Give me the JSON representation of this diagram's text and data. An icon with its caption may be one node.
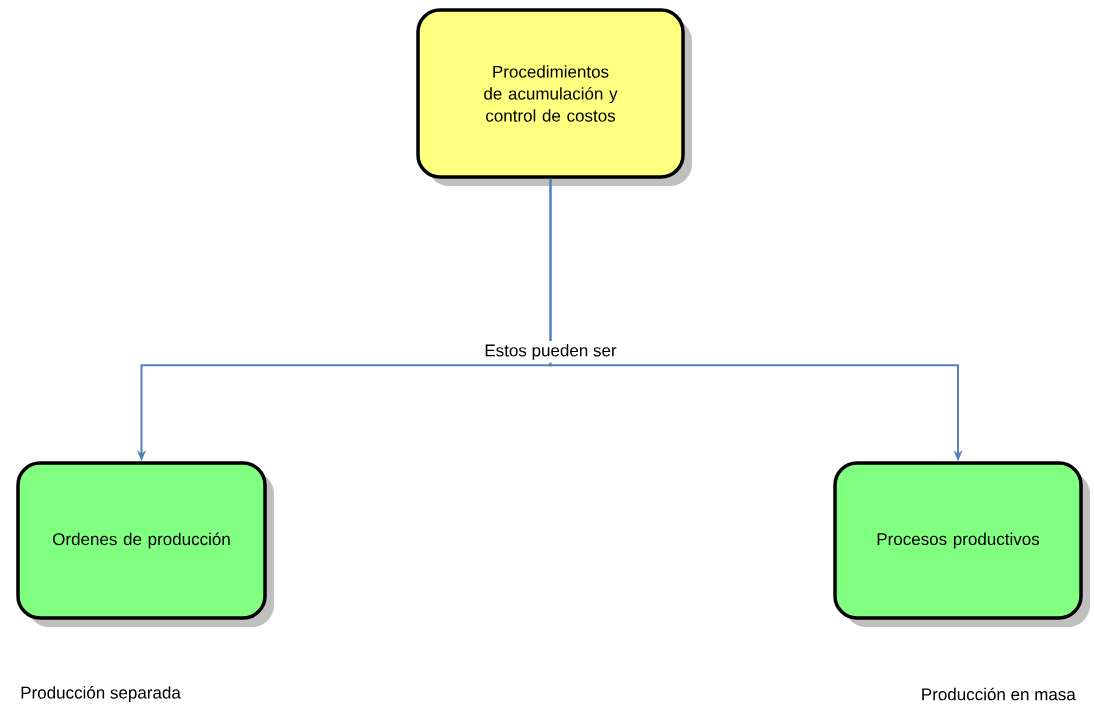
{
  "diagram": {
    "nodes": [
      {
        "text": [
          "Procedimientos de acumulación y control de costos"
        ]
      },
      {
        "text": [
          "Ordenes de producción"
        ],
        "beside": [
          "Producción separada"
        ]
      },
      {
        "text": [
          "Procesos productivos"
        ],
        "beside": [
          "Producción en masa"
        ]
      }
    ],
    "edges": [
      {
        "from": 0,
        "to": 1,
        "arrow": "to",
        "label": "Estos pueden ser"
      },
      {
        "from": 0,
        "to": 2,
        "arrow": "to"
      }
    ]
  }
}
